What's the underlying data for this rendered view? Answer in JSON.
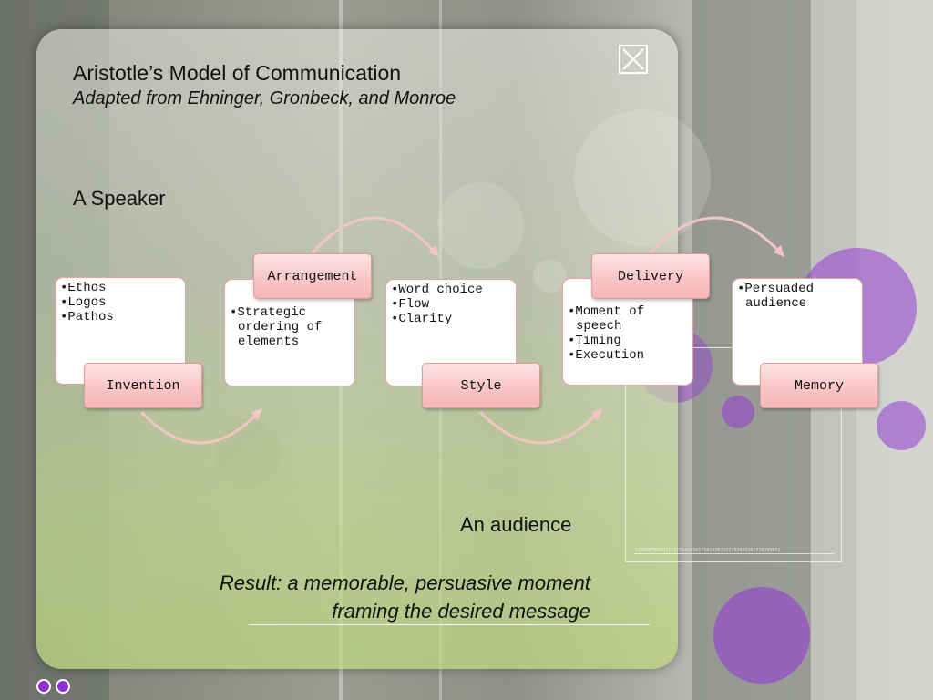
{
  "slide": {
    "title": "Aristotle’s Model of Communication",
    "subtitle": "Adapted from Ehninger, Gronbeck, and Monroe",
    "speaker": "A Speaker",
    "audience": "An audience",
    "result_line1": "Result: a memorable, persuasive moment",
    "result_line2": "framing the desired message",
    "deco_digits": "12345678910111213141516171819202122232425262728293031"
  },
  "icons": {
    "close": "close-icon"
  },
  "colors": {
    "tag_fill": "#f9c6c6",
    "tag_border": "#e29a9a",
    "card_border": "#e6a3a3",
    "arrow": "#f2c4c4",
    "accent_purple": "#8e2fd0"
  },
  "process": [
    {
      "tag": "Invention",
      "items": [
        "•Ethos",
        "•Logos",
        "•Pathos"
      ]
    },
    {
      "tag": "Arrangement",
      "items": [
        "•Strategic ordering of elements"
      ]
    },
    {
      "tag": "Style",
      "items": [
        "•Word choice",
        "•Flow",
        "•Clarity"
      ]
    },
    {
      "tag": "Delivery",
      "items": [
        "•Moment of speech",
        "•Timing",
        "•Execution"
      ]
    },
    {
      "tag": "Memory",
      "items": [
        "•Persuaded audience"
      ]
    }
  ]
}
